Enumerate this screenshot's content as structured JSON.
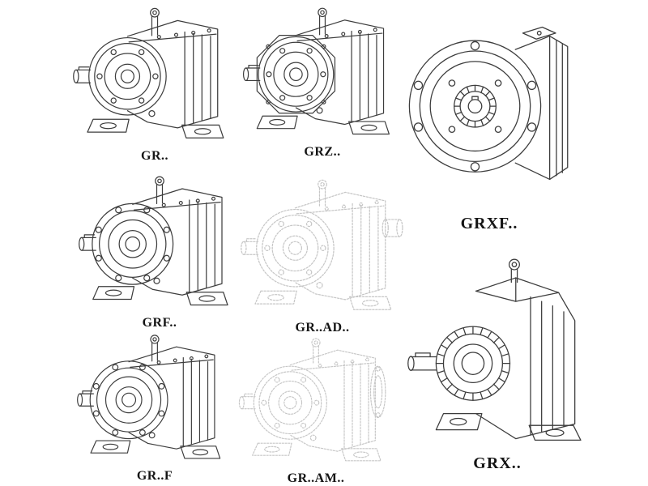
{
  "page": {
    "background": "#ffffff",
    "line_color": "#3d3d3d",
    "ghost_line_color": "#c6c6c6",
    "label_color": "#141414"
  },
  "catalog": {
    "items": [
      {
        "id": "gr",
        "label": "GR..",
        "style": "solid"
      },
      {
        "id": "grz",
        "label": "GRZ..",
        "style": "solid"
      },
      {
        "id": "grxf",
        "label": "GRXF..",
        "style": "solid"
      },
      {
        "id": "grf",
        "label": "GRF..",
        "style": "solid"
      },
      {
        "id": "gr-ad",
        "label": "GR..AD..",
        "style": "ghost"
      },
      {
        "id": "gr-f",
        "label": "GR..F",
        "style": "solid"
      },
      {
        "id": "gr-am",
        "label": "GR..AM..",
        "style": "ghost"
      },
      {
        "id": "grx",
        "label": "GRX..",
        "style": "solid"
      }
    ]
  }
}
